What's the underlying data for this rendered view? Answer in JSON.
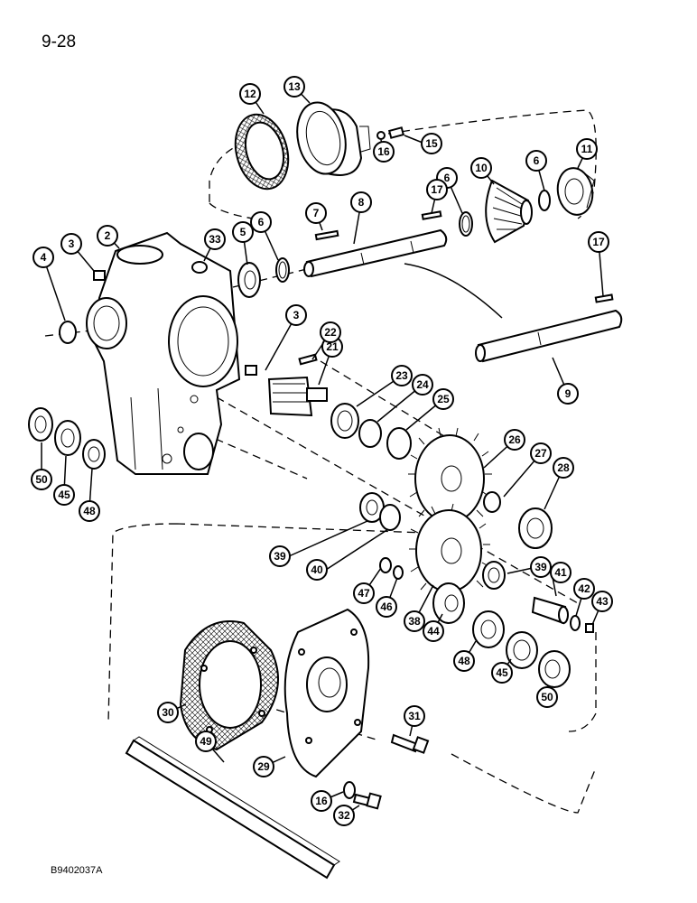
{
  "page": {
    "label": "9-28",
    "figure_code": "B9402037A"
  },
  "callouts": {
    "c2": "2",
    "c3a": "3",
    "c3b": "3",
    "c4": "4",
    "c5": "5",
    "c6a": "6",
    "c6b": "6",
    "c6c": "6",
    "c7": "7",
    "c8": "8",
    "c9": "9",
    "c10": "10",
    "c11": "11",
    "c12": "12",
    "c13": "13",
    "c15": "15",
    "c16a": "16",
    "c16b": "16",
    "c17a": "17",
    "c17b": "17",
    "c21": "21",
    "c22": "22",
    "c23": "23",
    "c24": "24",
    "c25": "25",
    "c26": "26",
    "c27": "27",
    "c28": "28",
    "c29": "29",
    "c30": "30",
    "c31": "31",
    "c32": "32",
    "c33": "33",
    "c38": "38",
    "c39a": "39",
    "c39b": "39",
    "c40": "40",
    "c41": "41",
    "c42": "42",
    "c43": "43",
    "c44": "44",
    "c45a": "45",
    "c45b": "45",
    "c46": "46",
    "c47": "47",
    "c48a": "48",
    "c48b": "48",
    "c49": "49",
    "c50a": "50",
    "c50b": "50"
  }
}
